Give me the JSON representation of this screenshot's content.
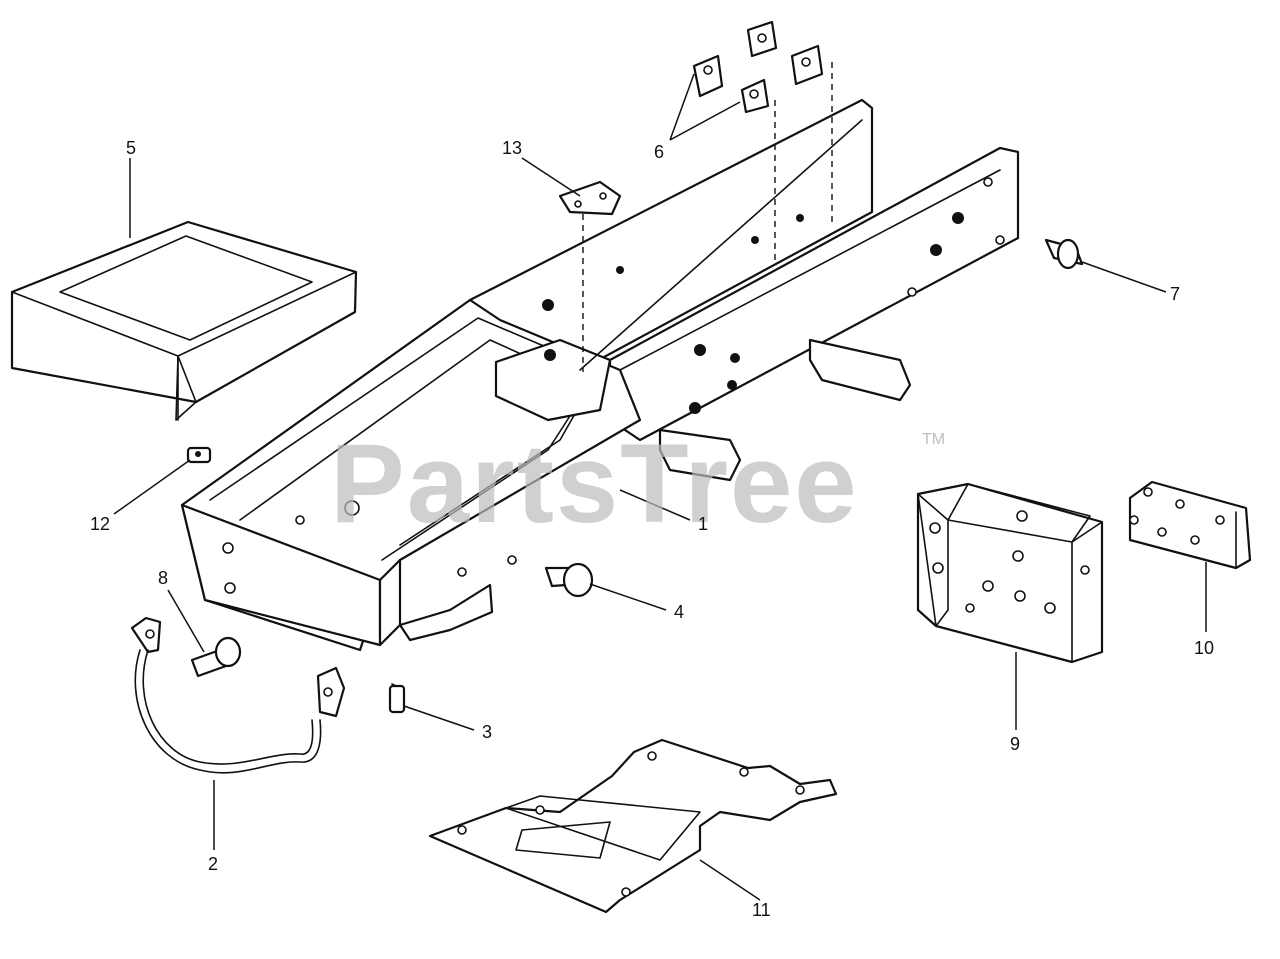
{
  "watermark": {
    "brand": "PartsTree",
    "trademark": "TM"
  },
  "callouts": [
    {
      "id": "c1",
      "label": "1"
    },
    {
      "id": "c2",
      "label": "2"
    },
    {
      "id": "c3",
      "label": "3"
    },
    {
      "id": "c4",
      "label": "4"
    },
    {
      "id": "c5",
      "label": "5"
    },
    {
      "id": "c6",
      "label": "6"
    },
    {
      "id": "c7",
      "label": "7"
    },
    {
      "id": "c8",
      "label": "8"
    },
    {
      "id": "c9",
      "label": "9"
    },
    {
      "id": "c10",
      "label": "10"
    },
    {
      "id": "c11",
      "label": "11"
    },
    {
      "id": "c12",
      "label": "12"
    },
    {
      "id": "c13",
      "label": "13"
    }
  ],
  "colors": {
    "line": "#111111",
    "watermark": "#bdbdbd",
    "background": "#ffffff"
  }
}
